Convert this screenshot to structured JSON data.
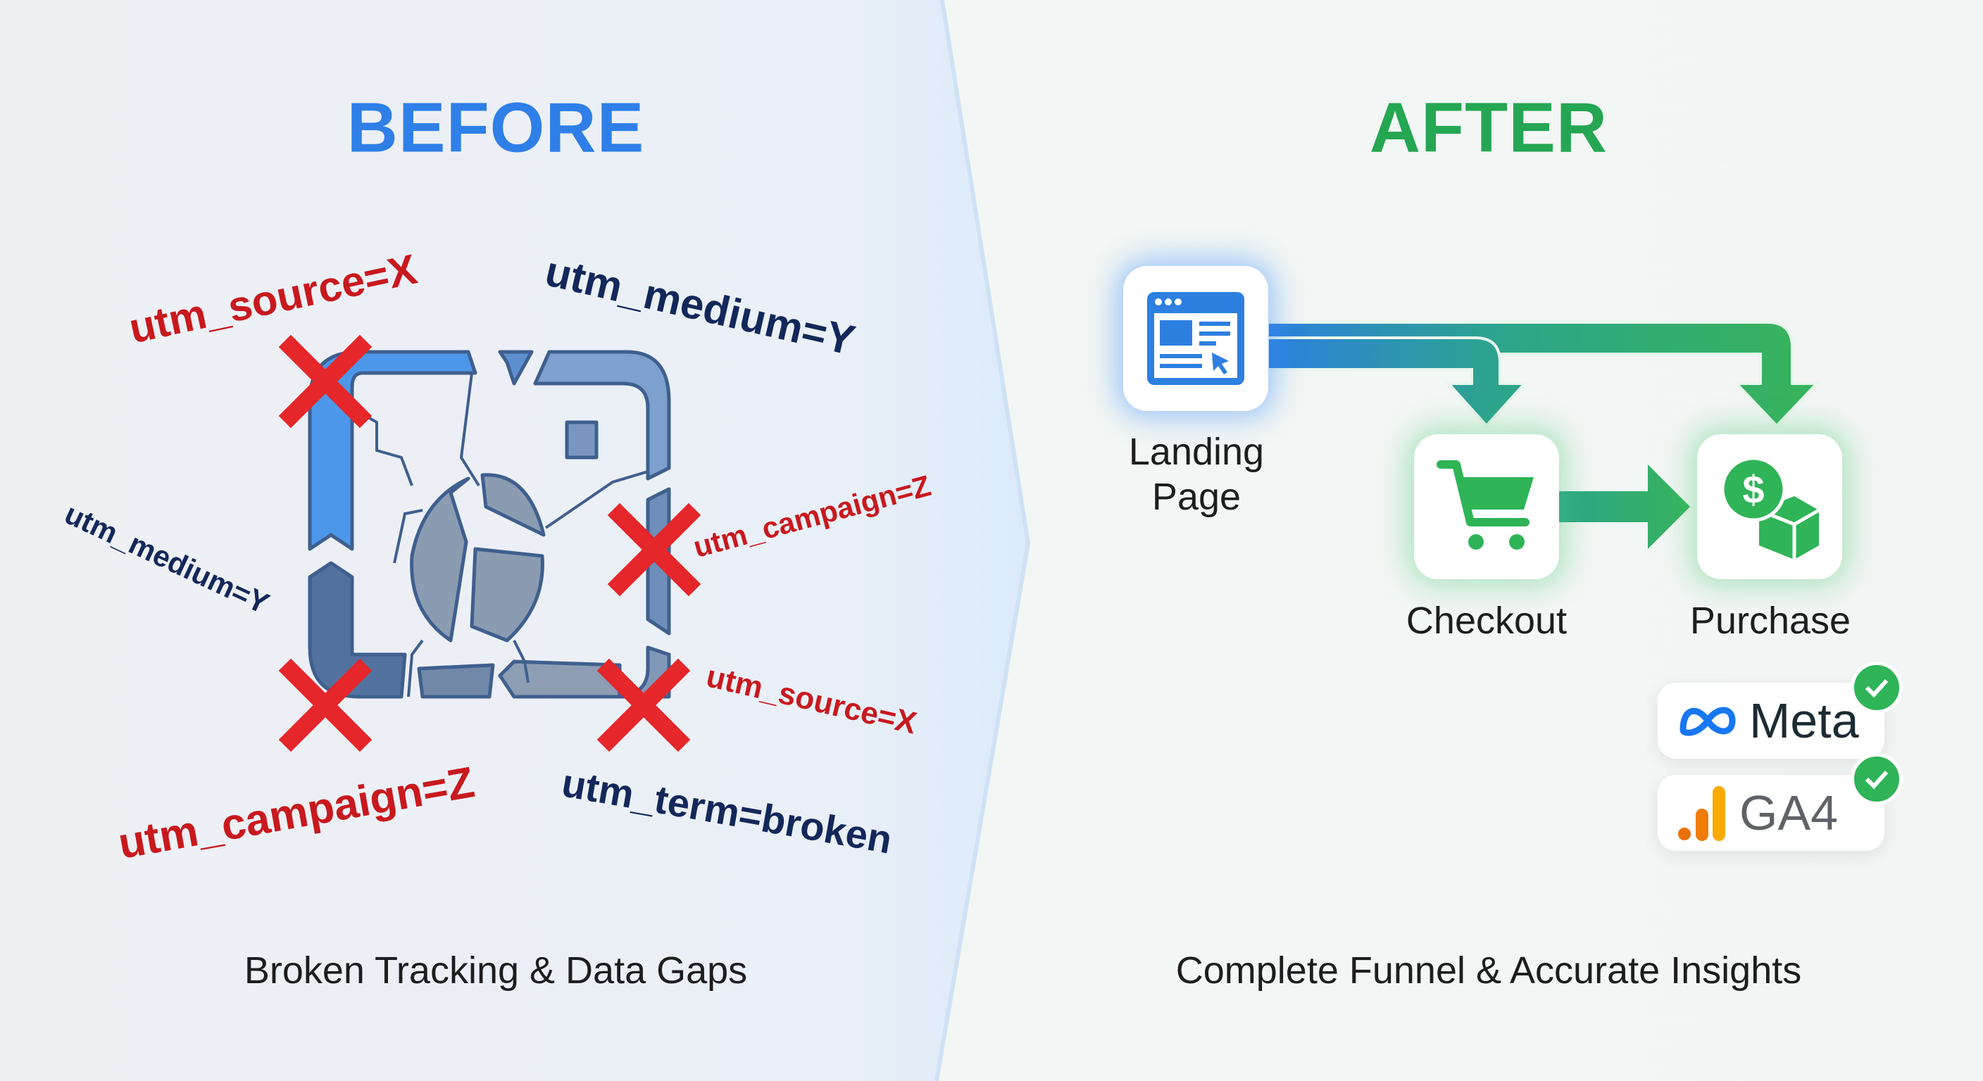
{
  "before": {
    "title": "BEFORE",
    "caption": "Broken Tracking & Data Gaps",
    "utm_labels": [
      {
        "text": "utm_source=X",
        "color": "red"
      },
      {
        "text": "utm_medium=Y",
        "color": "navy"
      },
      {
        "text": "utm_medium=Y",
        "color": "navy"
      },
      {
        "text": "utm_campaign=Z",
        "color": "red"
      },
      {
        "text": "utm_source=X",
        "color": "red"
      },
      {
        "text": "utm_campaign=Z",
        "color": "red"
      },
      {
        "text": "utm_term=broken",
        "color": "navy"
      }
    ]
  },
  "after": {
    "title": "AFTER",
    "caption": "Complete Funnel & Accurate Insights",
    "nodes": [
      {
        "label_line1": "Landing",
        "label_line2": "Page",
        "icon": "webpage-cursor-icon"
      },
      {
        "label": "Checkout",
        "icon": "shopping-cart-icon"
      },
      {
        "label": "Purchase",
        "icon": "dollar-box-icon"
      }
    ],
    "integrations": [
      {
        "name": "Meta",
        "icon": "meta-logo-icon",
        "status": "verified"
      },
      {
        "name": "GA4",
        "icon": "ga4-logo-icon",
        "status": "verified"
      }
    ]
  },
  "colors": {
    "before_title": "#2f7fe8",
    "after_title": "#25a653",
    "error_red": "#e5262a",
    "navy": "#13285a",
    "funnel_blue": "#2d7fe0",
    "funnel_green": "#37b35c"
  }
}
